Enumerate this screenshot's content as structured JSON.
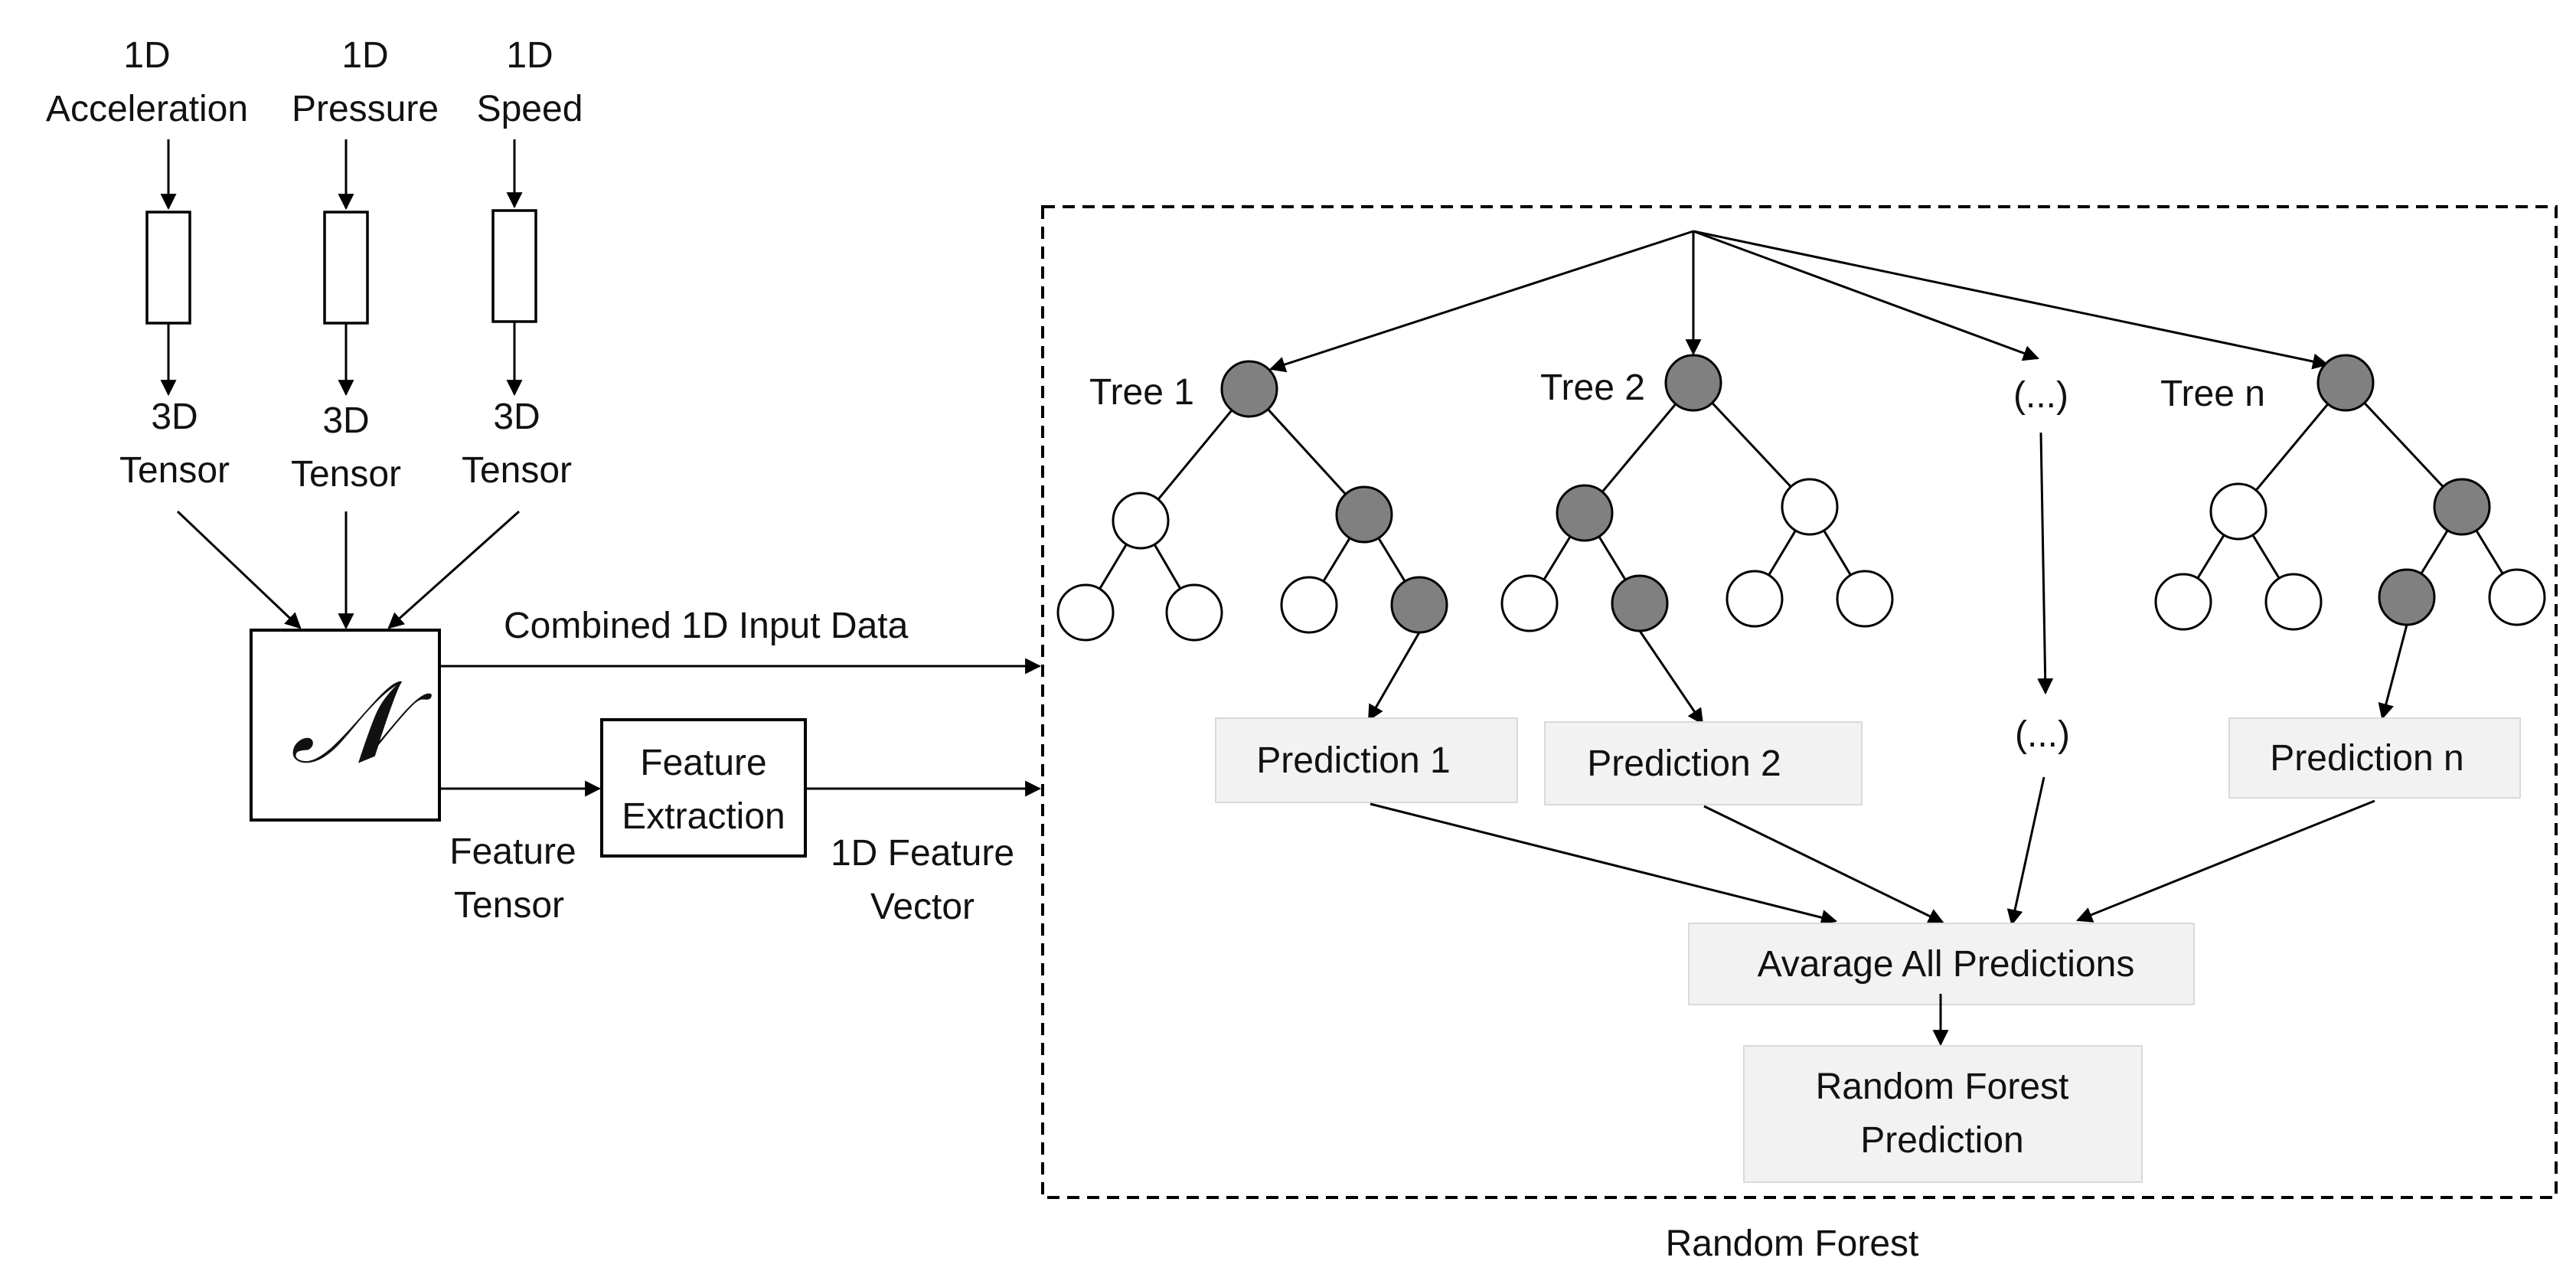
{
  "inputs": [
    {
      "line1": "1D",
      "line2": "Acceleration",
      "out1": "3D",
      "out2": "Tensor"
    },
    {
      "line1": "1D",
      "line2": "Pressure",
      "out1": "3D",
      "out2": "Tensor"
    },
    {
      "line1": "1D",
      "line2": "Speed",
      "out1": "3D",
      "out2": "Tensor"
    }
  ],
  "normalizer": {
    "symbol": "𝒩"
  },
  "combined_label": "Combined 1D Input Data",
  "feature_tensor": {
    "line1": "Feature",
    "line2": "Tensor"
  },
  "feature_extraction": {
    "line1": "Feature",
    "line2": "Extraction"
  },
  "feature_vector": {
    "line1": "1D Feature",
    "line2": "Vector"
  },
  "trees": [
    {
      "label": "Tree 1",
      "prediction": "Prediction 1"
    },
    {
      "label": "Tree 2",
      "prediction": "Prediction 2"
    },
    {
      "label": "(...)",
      "prediction": "(...)"
    },
    {
      "label": "Tree n",
      "prediction": "Prediction n"
    }
  ],
  "average": "Avarage All Predictions",
  "final": {
    "line1": "Random Forest",
    "line2": "Prediction"
  },
  "forest_label": "Random Forest",
  "colors": {
    "filled_node": "#808080",
    "empty_node": "#ffffff",
    "box_fill": "#f2f2f2",
    "box_stroke": "#d9d9d9",
    "line": "#000000"
  }
}
